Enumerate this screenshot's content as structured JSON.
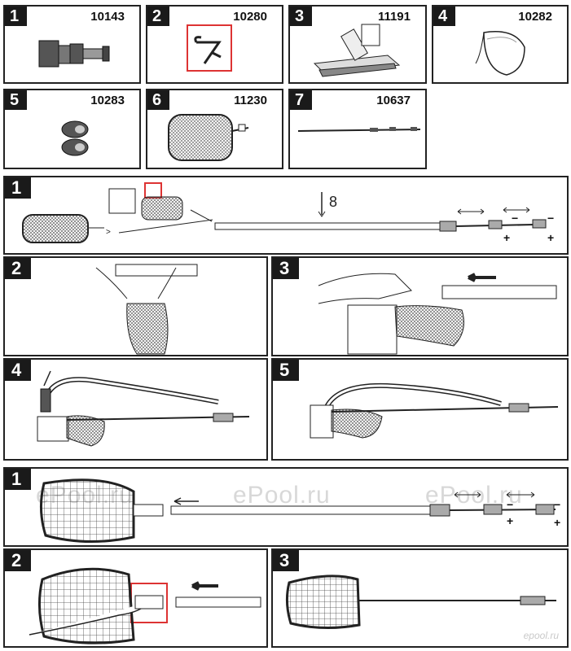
{
  "parts": [
    {
      "num": "1",
      "code": "10143",
      "icon": "hose-adapter-icon"
    },
    {
      "num": "2",
      "code": "10280",
      "icon": "pin-clip-icon"
    },
    {
      "num": "3",
      "code": "11191",
      "icon": "vacuum-head-icon"
    },
    {
      "num": "4",
      "code": "10282",
      "icon": "filter-bag-icon"
    },
    {
      "num": "5",
      "code": "10283",
      "icon": "connector-clamp-icon"
    },
    {
      "num": "6",
      "code": "11230",
      "icon": "skimmer-net-icon"
    },
    {
      "num": "7",
      "code": "10637",
      "icon": "telescopic-pole-icon"
    }
  ],
  "section_b": {
    "steps": [
      "1",
      "2",
      "3",
      "4",
      "5"
    ],
    "pole_rotate_minus": "−",
    "pole_rotate_plus": "+"
  },
  "section_c": {
    "steps": [
      "1",
      "2",
      "3"
    ],
    "watermark": "ePool.ru",
    "pole_rotate_minus": "−",
    "pole_rotate_plus": "+"
  },
  "corner_logo": "epool.ru",
  "colors": {
    "frame": "#222222",
    "label_bg": "#1a1a1a",
    "highlight": "#dd3333",
    "watermark": "#d8d8d8"
  }
}
